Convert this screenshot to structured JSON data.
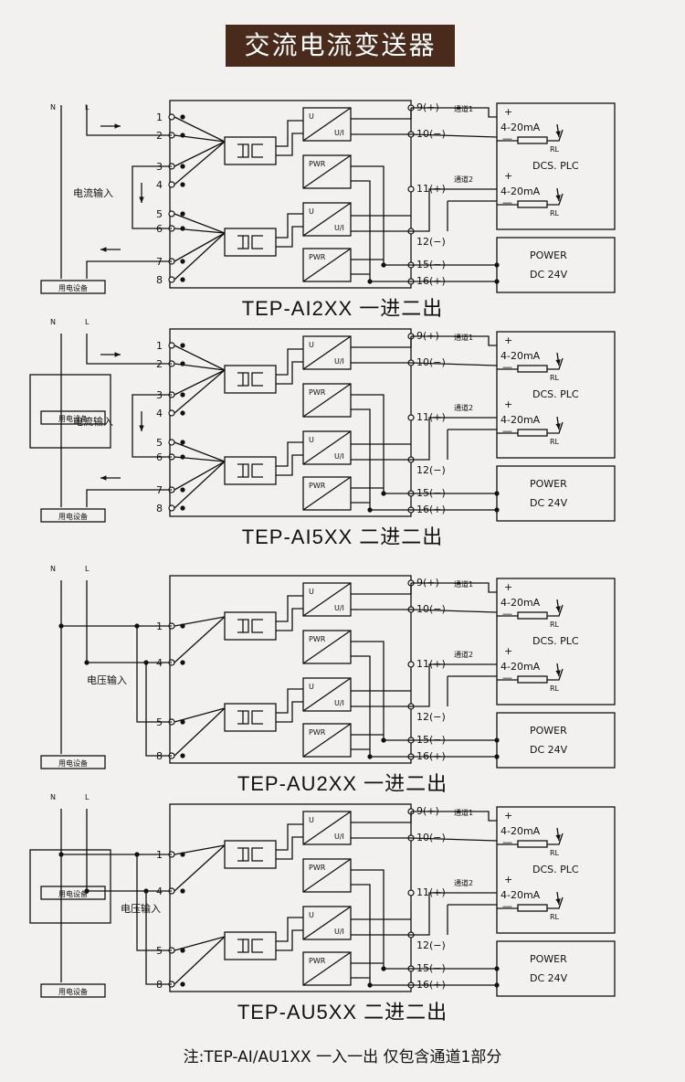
{
  "title": "交流电流变送器",
  "labels": {
    "N": "N",
    "L": "L",
    "pwr": "PWR",
    "u": "U",
    "ui": "U/I",
    "ch1": "通道1",
    "ch2": "通道2",
    "plus": "+",
    "minus": "—",
    "ma": "4-20mA",
    "rl": "RL",
    "dcs": "DCS. PLC",
    "power": "POWER",
    "dc24": "DC 24V",
    "device": "用电设备",
    "t9": "9(+)",
    "t10": "10(−)",
    "t11": "11(+)",
    "t12": "12(−)",
    "t15": "15(−)",
    "t16": "16(+)"
  },
  "diagrams": [
    {
      "model": "TEP-AI2XX 一进二出",
      "input_label": "电流输入",
      "type": "current-single"
    },
    {
      "model": "TEP-AI5XX 二进二出",
      "input_label": "电流输入",
      "type": "current-dual"
    },
    {
      "model": "TEP-AU2XX 一进二出",
      "input_label": "电压输入",
      "type": "voltage-single"
    },
    {
      "model": "TEP-AU5XX 二进二出",
      "input_label": "电压输入",
      "type": "voltage-dual"
    }
  ],
  "terminals_current": [
    "1",
    "2",
    "3",
    "4",
    "5",
    "6",
    "7",
    "8"
  ],
  "terminals_voltage": [
    "1",
    "4",
    "5",
    "8"
  ],
  "note": "注:TEP-AI/AU1XX 一入一出 仅包含通道1部分"
}
